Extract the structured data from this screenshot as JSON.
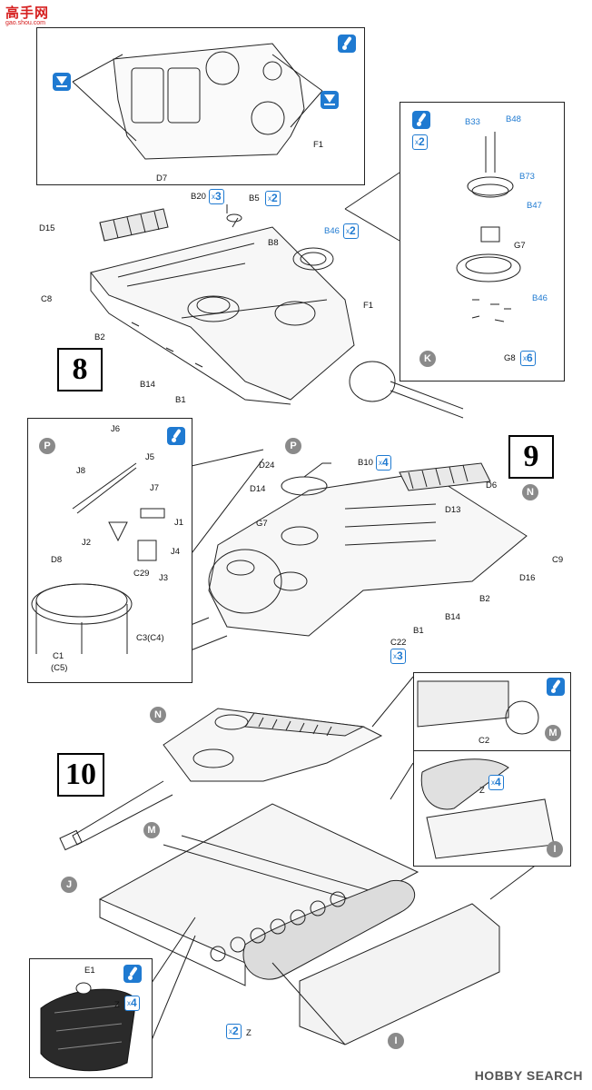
{
  "site_logo": {
    "text": "高手网",
    "url": "gao.shou.com"
  },
  "watermark": "HOBBY SEARCH",
  "step8": {
    "number": "8",
    "inset_top": {
      "part": "F1"
    },
    "inset_right": {
      "parts": [
        "B33",
        "B48",
        "B73",
        "B47",
        "G7",
        "B46",
        "G8"
      ],
      "qty_glue": "2",
      "g8_qty": "6"
    },
    "parts": [
      "D7",
      "B20",
      "B5",
      "B8",
      "B46",
      "D15",
      "C8",
      "B2",
      "F1",
      "B14",
      "B1",
      "K"
    ],
    "b20_qty": "3",
    "b5_qty": "2",
    "b46_qty": "2"
  },
  "step9": {
    "number": "9",
    "inset_left": {
      "marker": "P",
      "parts": [
        "J6",
        "J5",
        "J8",
        "J7",
        "J1",
        "J2",
        "J4",
        "J3",
        "C29",
        "D8",
        "C3(C4)",
        "C1",
        "(C5)"
      ]
    },
    "parts": [
      "D24",
      "D14",
      "G7",
      "B10",
      "D6",
      "D13",
      "C9",
      "D16",
      "B2",
      "B14",
      "B1",
      "C22"
    ],
    "marker_p": "P",
    "marker_n": "N",
    "b10_qty": "4",
    "c22_qty": "3"
  },
  "step10": {
    "number": "10",
    "markers": [
      "N",
      "M",
      "J",
      "I"
    ],
    "inset_right_top": {
      "part": "C2",
      "marker": "M"
    },
    "inset_right_mid": {
      "part": "Z",
      "qty": "4",
      "marker": "I"
    },
    "inset_bottom_left": {
      "parts": [
        "E1",
        "Z"
      ],
      "qty": "4"
    },
    "z_part": "Z",
    "z_qty": "2"
  }
}
